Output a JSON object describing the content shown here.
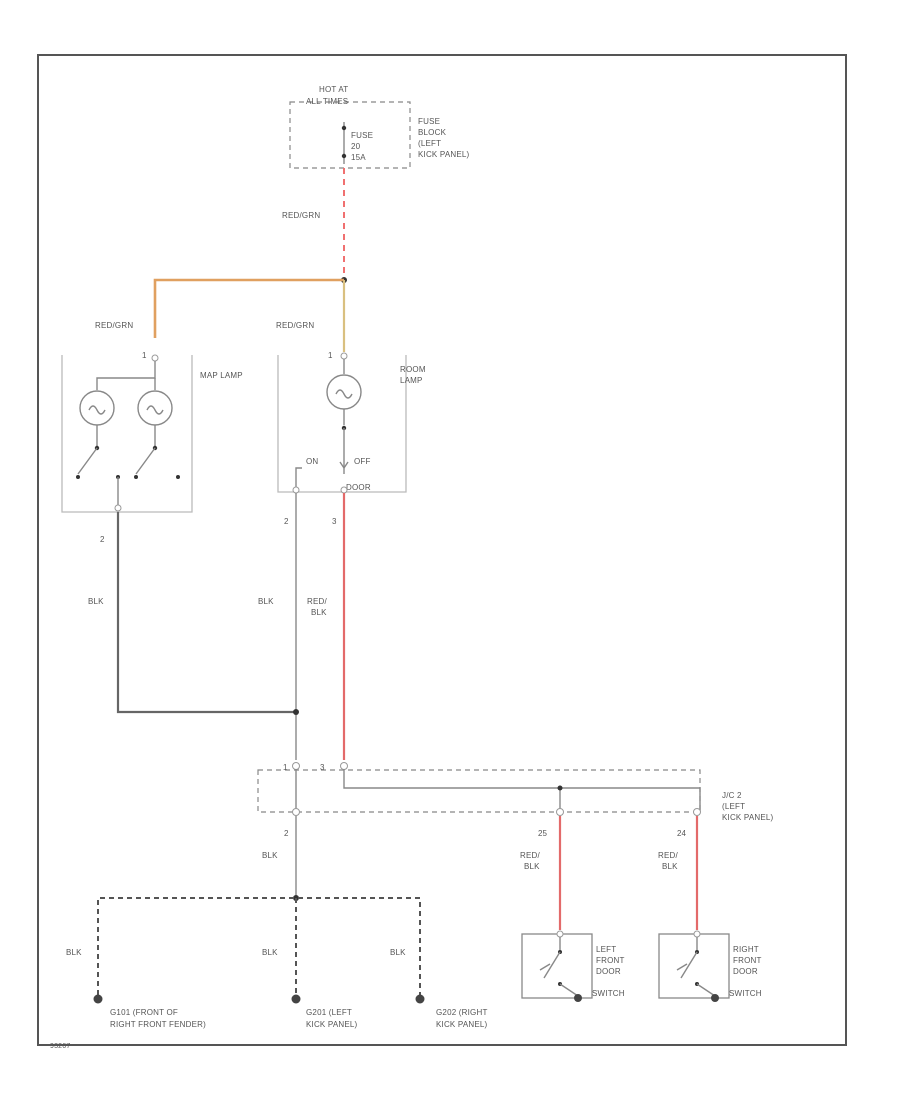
{
  "fuse_block": {
    "hot_at": "HOT AT",
    "hot_when": "ALL TIMES",
    "fuse": "FUSE",
    "fuse_num": "20",
    "fuse_amp": "15A",
    "loc1": "FUSE",
    "loc2": "BLOCK",
    "loc3": "(LEFT",
    "loc4": "KICK PANEL)"
  },
  "wires": {
    "main_feed": "RED/GRN",
    "map_feed": "RED/GRN",
    "room_feed": "RED/GRN",
    "map_ground": "BLK",
    "room_ground": "BLK",
    "room_door_a": "RED/",
    "room_door_b": "BLK",
    "jc_out": "BLK",
    "g1": "BLK",
    "g2": "BLK",
    "g3": "BLK",
    "left_sw_a": "RED/",
    "left_sw_b": "BLK",
    "right_sw_a": "RED/",
    "right_sw_b": "BLK"
  },
  "map_lamp": {
    "name": "MAP LAMP",
    "pin_in": "1",
    "pin_out": "2"
  },
  "room_lamp": {
    "name_1": "ROOM",
    "name_2": "LAMP",
    "pin_in": "1",
    "pin_gnd": "2",
    "pin_door": "3",
    "pos_on": "ON",
    "pos_off": "OFF",
    "pos_door": "DOOR"
  },
  "junction": {
    "name_1": "J/C 2",
    "name_2": "(LEFT",
    "name_3": "KICK PANEL)",
    "pin_a": "1",
    "pin_b": "2",
    "pin_c": "3",
    "pin_d": "25",
    "pin_e": "24"
  },
  "grounds": {
    "g1_l1": "G101 (FRONT OF",
    "g1_l2": "RIGHT FRONT FENDER)",
    "g2_l1": "G201 (LEFT",
    "g2_l2": "KICK PANEL)",
    "g3_l1": "G202 (RIGHT",
    "g3_l2": "KICK PANEL)"
  },
  "switches": {
    "left_1": "LEFT",
    "left_2": "FRONT",
    "left_3": "DOOR",
    "left_4": "SWITCH",
    "right_1": "RIGHT",
    "right_2": "FRONT",
    "right_3": "DOOR",
    "right_4": "SWITCH"
  },
  "footer": {
    "code": "93267"
  }
}
